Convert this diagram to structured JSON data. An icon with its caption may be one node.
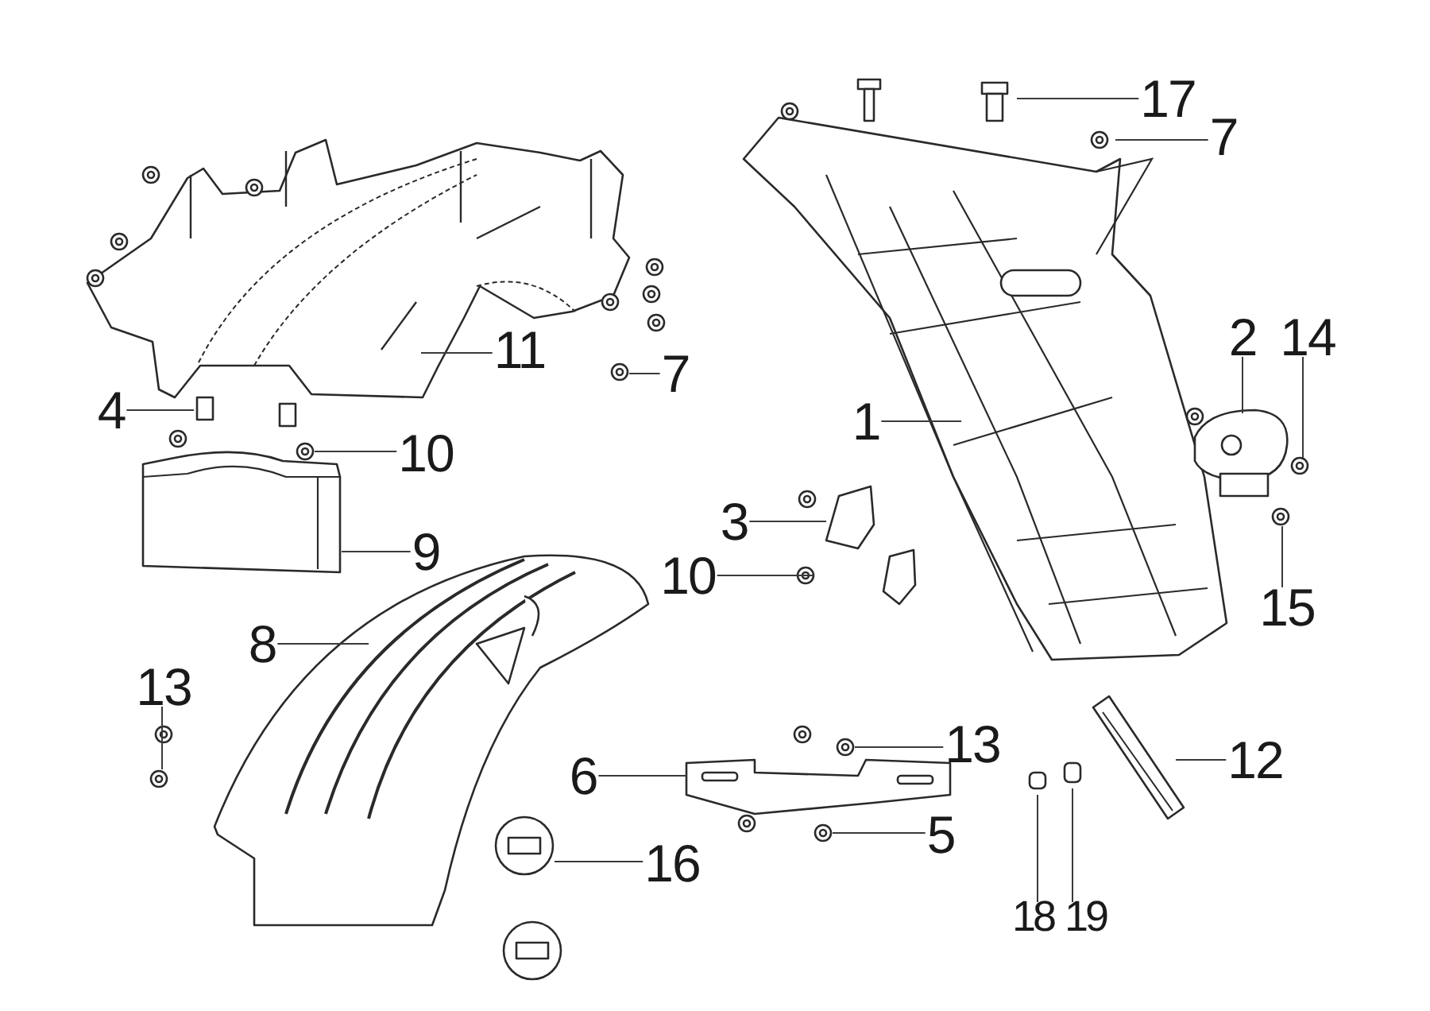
{
  "diagram": {
    "nodes": [
      {
        "text": [
          "17"
        ]
      },
      {
        "text": [
          "7"
        ]
      },
      {
        "text": [
          "2"
        ]
      },
      {
        "text": [
          "14"
        ]
      },
      {
        "text": [
          "11"
        ]
      },
      {
        "text": [
          "7"
        ]
      },
      {
        "text": [
          "4"
        ]
      },
      {
        "text": [
          "1"
        ]
      },
      {
        "text": [
          "10"
        ]
      },
      {
        "text": [
          "3"
        ]
      },
      {
        "text": [
          "9"
        ]
      },
      {
        "text": [
          "10"
        ]
      },
      {
        "text": [
          "15"
        ]
      },
      {
        "text": [
          "8"
        ]
      },
      {
        "text": [
          "13"
        ]
      },
      {
        "text": [
          "13"
        ]
      },
      {
        "text": [
          "12"
        ]
      },
      {
        "text": [
          "6"
        ]
      },
      {
        "text": [
          "5"
        ]
      },
      {
        "text": [
          "16"
        ]
      },
      {
        "text": [
          "18"
        ]
      },
      {
        "text": [
          "19"
        ]
      }
    ],
    "edges": [
      {
        "from": 0,
        "to": null,
        "arrow": "none"
      },
      {
        "from": 1,
        "to": null,
        "arrow": "none"
      },
      {
        "from": 2,
        "to": null,
        "arrow": "none"
      },
      {
        "from": 3,
        "to": null,
        "arrow": "none"
      },
      {
        "from": 4,
        "to": null,
        "arrow": "none"
      },
      {
        "from": 5,
        "to": null,
        "arrow": "none"
      },
      {
        "from": 6,
        "to": null,
        "arrow": "none"
      },
      {
        "from": 7,
        "to": null,
        "arrow": "none"
      },
      {
        "from": 8,
        "to": null,
        "arrow": "none"
      },
      {
        "from": 9,
        "to": null,
        "arrow": "none"
      },
      {
        "from": 10,
        "to": null,
        "arrow": "none"
      },
      {
        "from": 11,
        "to": null,
        "arrow": "none"
      },
      {
        "from": 12,
        "to": null,
        "arrow": "none"
      },
      {
        "from": 13,
        "to": null,
        "arrow": "none"
      },
      {
        "from": 14,
        "to": null,
        "arrow": "none"
      },
      {
        "from": 15,
        "to": null,
        "arrow": "none"
      },
      {
        "from": 16,
        "to": null,
        "arrow": "none"
      },
      {
        "from": 17,
        "to": null,
        "arrow": "none"
      },
      {
        "from": 18,
        "to": null,
        "arrow": "none"
      },
      {
        "from": 19,
        "to": null,
        "arrow": "none"
      },
      {
        "from": 20,
        "to": null,
        "arrow": "none"
      },
      {
        "from": 21,
        "to": null,
        "arrow": "none"
      }
    ]
  }
}
